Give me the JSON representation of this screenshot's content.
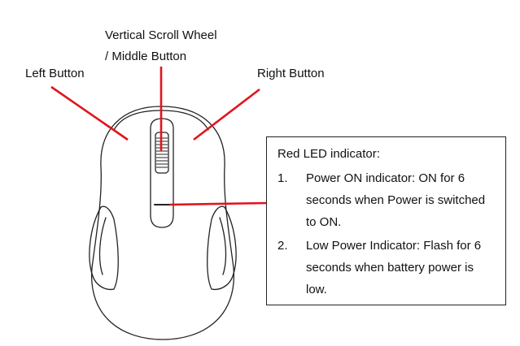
{
  "labels": {
    "scroll_wheel_line1": "Vertical Scroll Wheel",
    "scroll_wheel_line2": "/ Middle Button",
    "left_button": "Left Button",
    "right_button": "Right Button"
  },
  "led_box": {
    "title": "Red LED indicator:",
    "items": [
      {
        "number": "1.",
        "lines": [
          "Power ON indicator: ON for 6",
          "seconds when Power is switched",
          "to ON."
        ]
      },
      {
        "number": "2.",
        "lines": [
          "Low Power Indicator: Flash for 6",
          "seconds when battery power is",
          "low."
        ]
      }
    ]
  },
  "colors": {
    "pointer_lines": "#e0141e",
    "outline": "#222222"
  }
}
